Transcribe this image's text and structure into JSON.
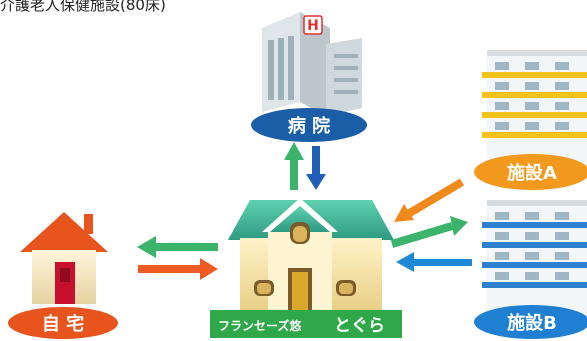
{
  "heading": "介護老人保健施設(80床)",
  "nodes": {
    "hospital": {
      "label": "病 院",
      "sign": "H"
    },
    "facility_a": {
      "label": "施設A"
    },
    "facility_b": {
      "label": "施設B"
    },
    "home": {
      "label": "自 宅"
    },
    "center": {
      "label_left": "フランセーズ悠",
      "label_right": "とぐら"
    }
  },
  "colors": {
    "hospital_label_bg": "#1a5ea8",
    "facility_a_label_bg": "#f39a1e",
    "facility_b_label_bg": "#1f7fd0",
    "home_label_bg": "#e8541e",
    "center_label_bg": "#2fa84a",
    "arrow_green": "#3bb36b",
    "arrow_blue": "#1f5fb5",
    "arrow_orange": "#f08a1c",
    "arrow_red_orange": "#ee5a24",
    "arrow_sky": "#1e8ad6"
  }
}
